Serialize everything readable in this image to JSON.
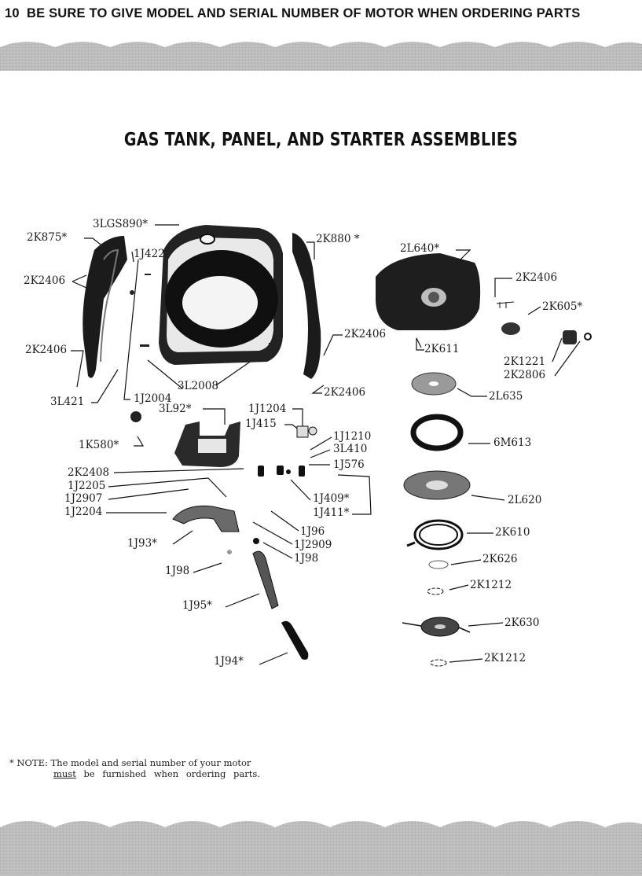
{
  "header": {
    "page_number": "10",
    "text": "BE SURE TO GIVE MODEL AND SERIAL NUMBER OF MOTOR WHEN ORDERING PARTS"
  },
  "title": "GAS TANK, PANEL, AND STARTER ASSEMBLIES",
  "labels": {
    "l_3LGS890": "3LGS890*",
    "l_2K875": "2K875*",
    "l_1J422": "1J422",
    "l_2K2406_a": "2K2406",
    "l_2K2406_b": "2K2406",
    "l_2K880": "2K880 *",
    "l_2L640": "2L640*",
    "l_2K2406_c": "2K2406",
    "l_2K605": "2K605*",
    "l_2K2406_d": "2K2406",
    "l_2K611": "2K611",
    "l_2K1221": "2K1221",
    "l_2K2806": "2K2806",
    "l_3L2008": "3L2008",
    "l_2K2406_e": "2K2406",
    "l_3L421": "3L421",
    "l_1J2004": "1J2004",
    "l_3L92": "3L92*",
    "l_1J1204": "1J1204",
    "l_1J415": "1J415",
    "l_2L635": "2L635",
    "l_1K580": "1K580*",
    "l_1J1210": "1J1210",
    "l_3L410": "3L410",
    "l_6M613": "6M613",
    "l_1J576": "1J576",
    "l_2K2408": "2K2408",
    "l_1J2205": "1J2205",
    "l_1J2907": "1J2907",
    "l_1J2204": "1J2204",
    "l_1J409": "1J409*",
    "l_1J411": "1J411*",
    "l_2L620": "2L620",
    "l_1J96": "1J96",
    "l_2K610": "2K610",
    "l_1J93": "1J93*",
    "l_1J2909": "1J2909",
    "l_1J98_a": "1J98",
    "l_2K626": "2K626",
    "l_1J98_b": "1J98",
    "l_2K1212_a": "2K1212",
    "l_1J95": "1J95*",
    "l_2K630": "2K630",
    "l_1J94": "1J94*",
    "l_2K1212_b": "2K1212"
  },
  "note": {
    "line1": "* NOTE:  The model and serial number of your motor",
    "line2_underlined": "must",
    "line2_rest": " be  furnished  when  ordering  parts."
  }
}
